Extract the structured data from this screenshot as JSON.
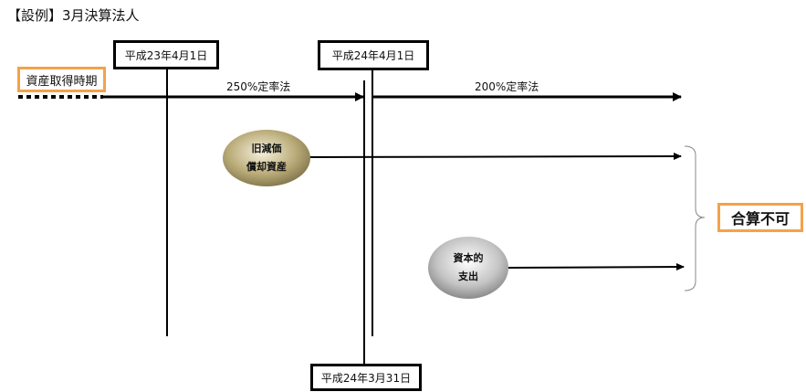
{
  "title": "【設例】3月決算法人",
  "dates": {
    "d1": "平成23年4月1日",
    "d2": "平成24年4月1日",
    "d3": "平成24年3月31日"
  },
  "acquisition_label": "資産取得時期",
  "methods": {
    "first": "250%定率法",
    "second": "200%定率法"
  },
  "assets": {
    "old_line1": "旧減価",
    "old_line2": "償却資産",
    "capex_line1": "資本的",
    "capex_line2": "支出"
  },
  "result": "合算不可",
  "colors": {
    "accent": "#f4a24a",
    "line": "#000000"
  }
}
